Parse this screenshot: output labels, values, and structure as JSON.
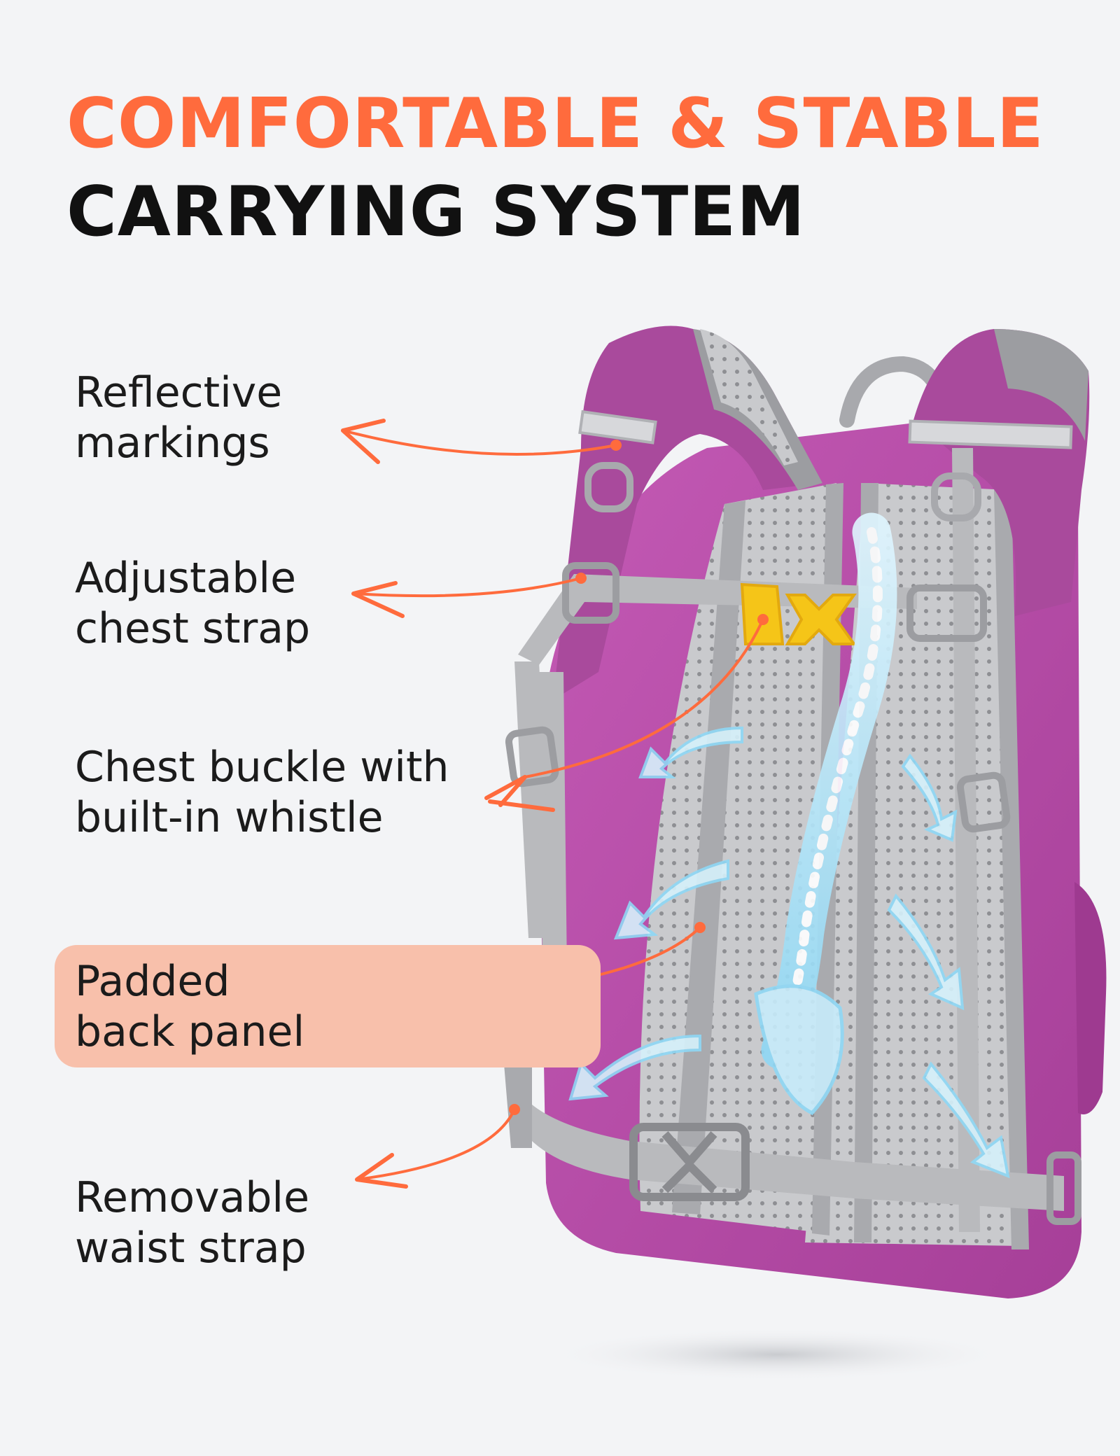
{
  "headline": {
    "line1": "COMFORTABLE & STABLE",
    "line2": "CARRYING SYSTEM"
  },
  "features": [
    {
      "line1": "Reflective",
      "line2": "markings",
      "highlighted": false
    },
    {
      "line1": "Adjustable",
      "line2": "chest strap",
      "highlighted": false
    },
    {
      "line1": "Chest buckle with",
      "line2": "built-in whistle",
      "highlighted": false
    },
    {
      "line1": "Padded",
      "line2": "back panel",
      "highlighted": true
    },
    {
      "line1": "Removable",
      "line2": "waist strap",
      "highlighted": false
    }
  ],
  "colors": {
    "accent": "#ff6b3d",
    "highlight": "#f8c0ab",
    "backpack": "#b94aa8",
    "strap": "#b9babd",
    "buckle": "#f5c518",
    "spine": "#8fd8f5"
  }
}
